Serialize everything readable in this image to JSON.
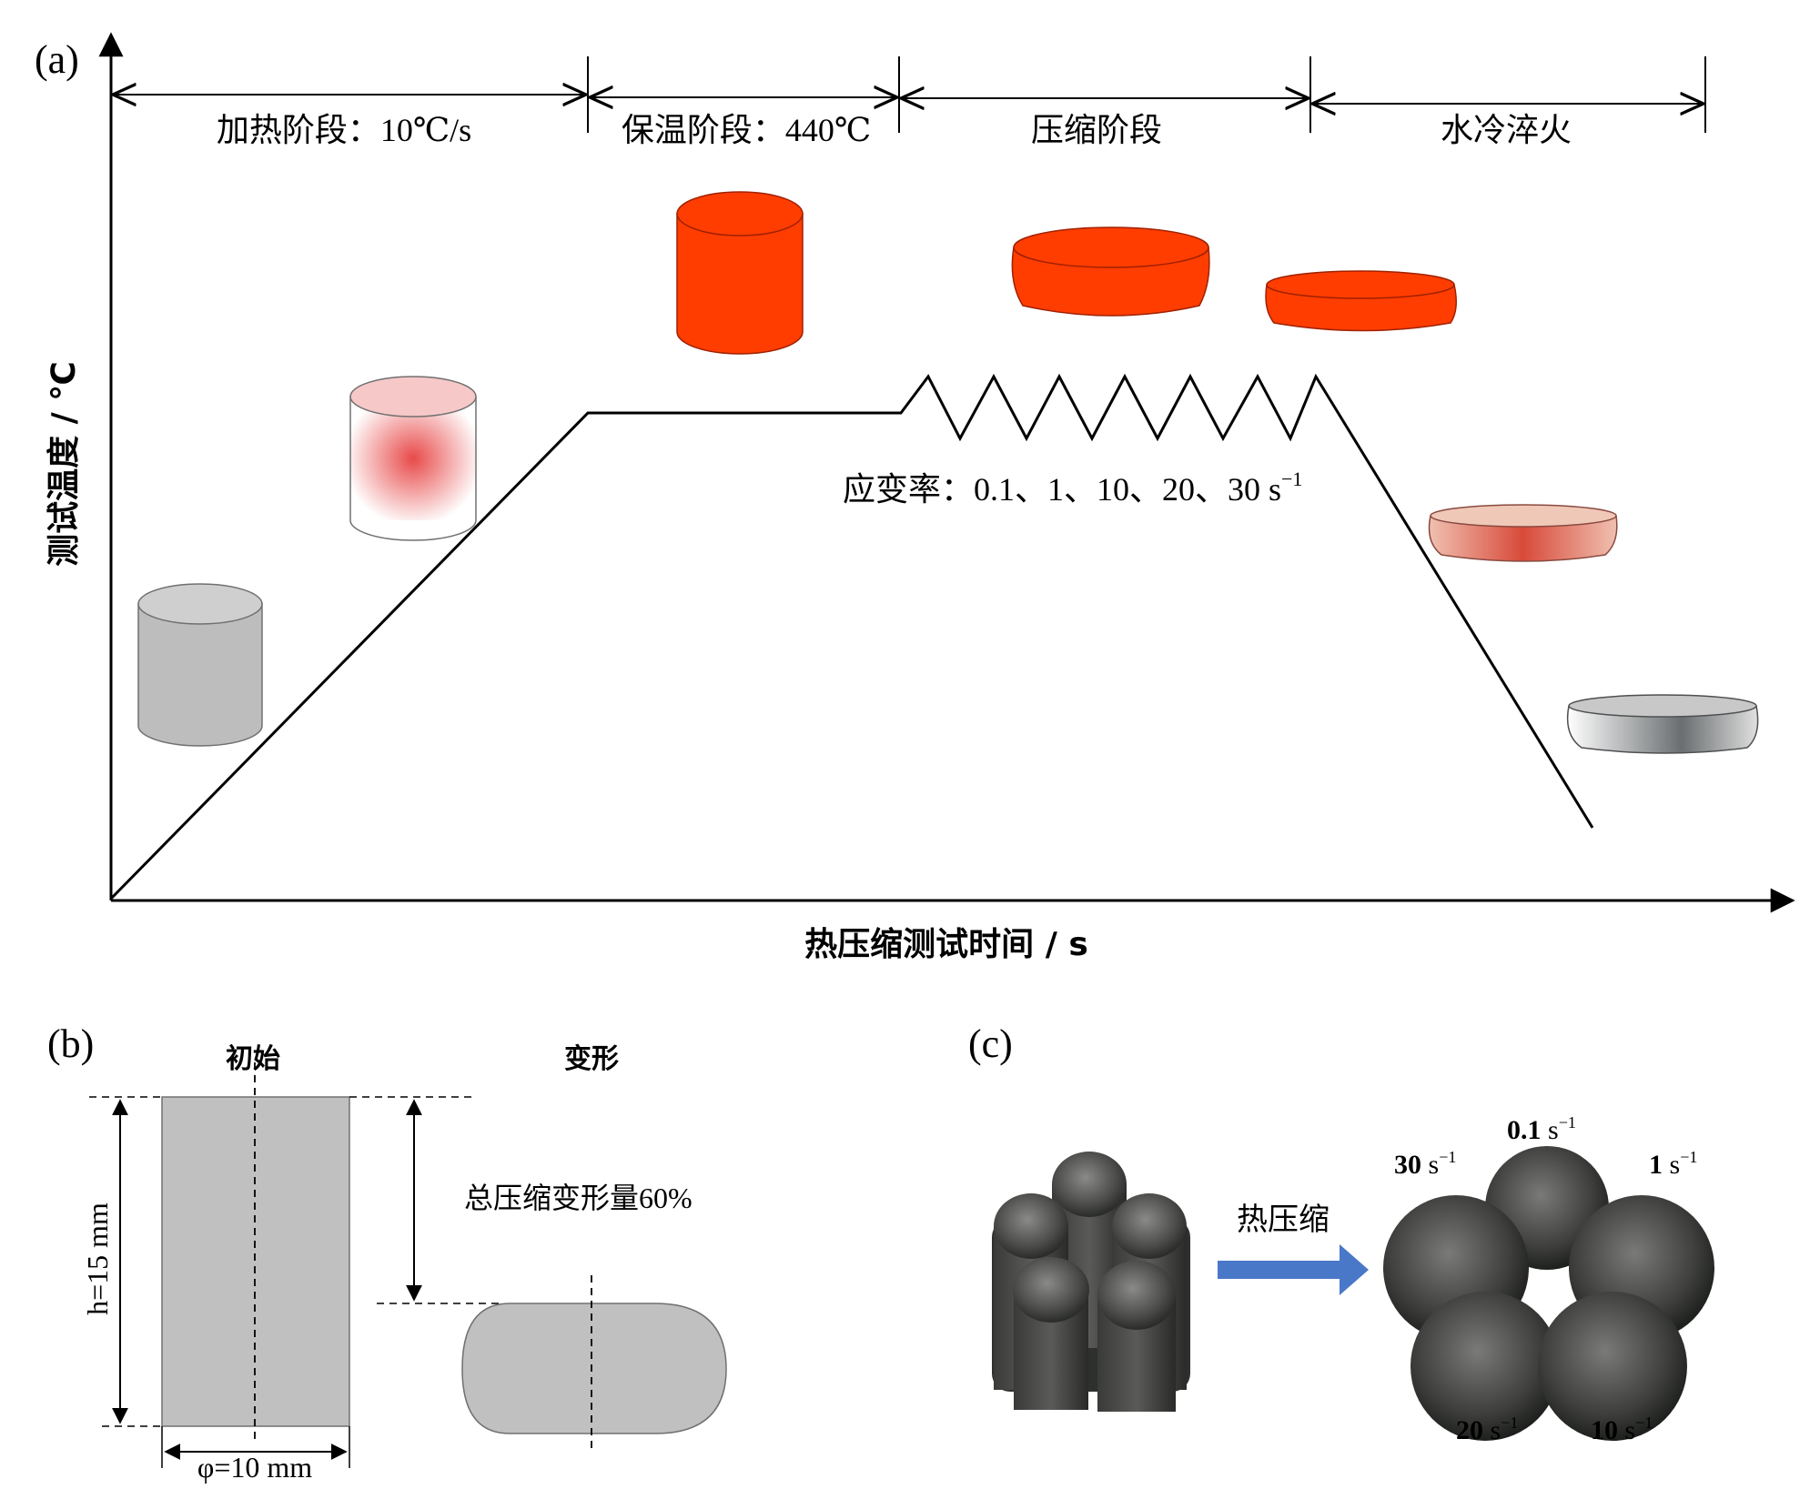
{
  "panel_a": {
    "label": "(a)",
    "stages": [
      "加热阶段：10℃/s",
      "保温阶段：440℃",
      "压缩阶段",
      "水冷淬火"
    ],
    "y_axis_label": "测试温度 / ℃",
    "x_axis_label": "热压缩测试时间 / s",
    "strain_rate_label": "应变率：0.1、1、10、20、30 s",
    "strain_rate_exp": "−1"
  },
  "panel_b": {
    "label": "(b)",
    "initial_label": "初始",
    "deformed_label": "变形",
    "height_label": "h=15 mm",
    "diameter_label": "φ=10 mm",
    "compression_label": "总压缩变形量60%"
  },
  "panel_c": {
    "label": "(c)",
    "arrow_label": "热压缩",
    "samples": [
      {
        "rate": "0.1",
        "unit": " s",
        "exp": "−1"
      },
      {
        "rate": "1",
        "unit": " s",
        "exp": "−1"
      },
      {
        "rate": "10",
        "unit": " s",
        "exp": "−1"
      },
      {
        "rate": "20",
        "unit": " s",
        "exp": "−1"
      },
      {
        "rate": "30",
        "unit": " s",
        "exp": "−1"
      }
    ]
  },
  "colors": {
    "hot_red": "#ff3d00",
    "warm_red": "#e85a4a",
    "cold_gray": "#bdbdbd",
    "arrow_blue": "#4a78c8"
  }
}
